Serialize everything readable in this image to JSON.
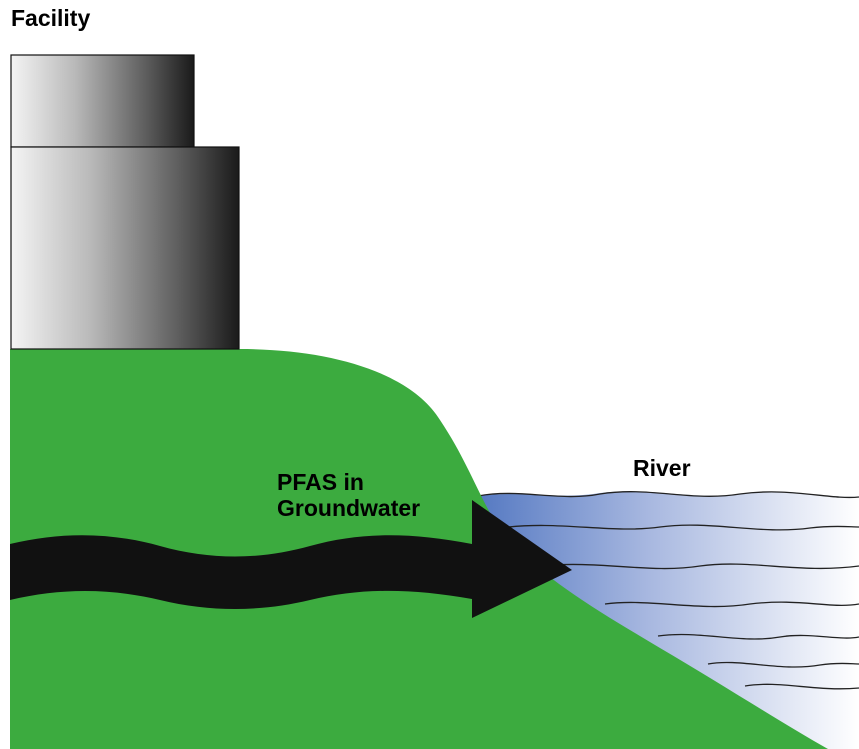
{
  "labels": {
    "facility": "Facility",
    "river": "River",
    "pfas_line1": "PFAS in",
    "pfas_line2": "Groundwater"
  },
  "colors": {
    "ground": "#3cab3f",
    "water_dark": "#5579c2",
    "water_light": "#ffffff",
    "arrow": "#111111",
    "building_light": "#f4f4f4",
    "building_dark": "#1a1a1a"
  },
  "icons": {
    "facility": "facility-building-icon",
    "flow": "groundwater-flow-arrow-icon"
  }
}
